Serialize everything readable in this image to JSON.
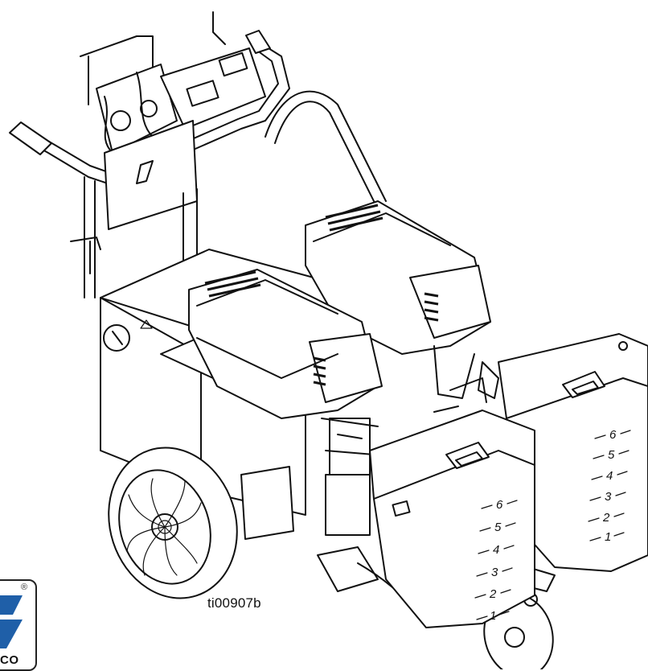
{
  "figure": {
    "id_label": "ti00907b"
  },
  "logo": {
    "brand": "GRACO",
    "visible_text": "CO",
    "registered_mark": "®",
    "color": "#1f5fa8"
  },
  "hopper_front": {
    "scale": [
      "6",
      "5",
      "4",
      "3",
      "2",
      "1"
    ]
  },
  "hopper_rear": {
    "scale": [
      "6",
      "5",
      "4",
      "3",
      "2",
      "1"
    ]
  }
}
